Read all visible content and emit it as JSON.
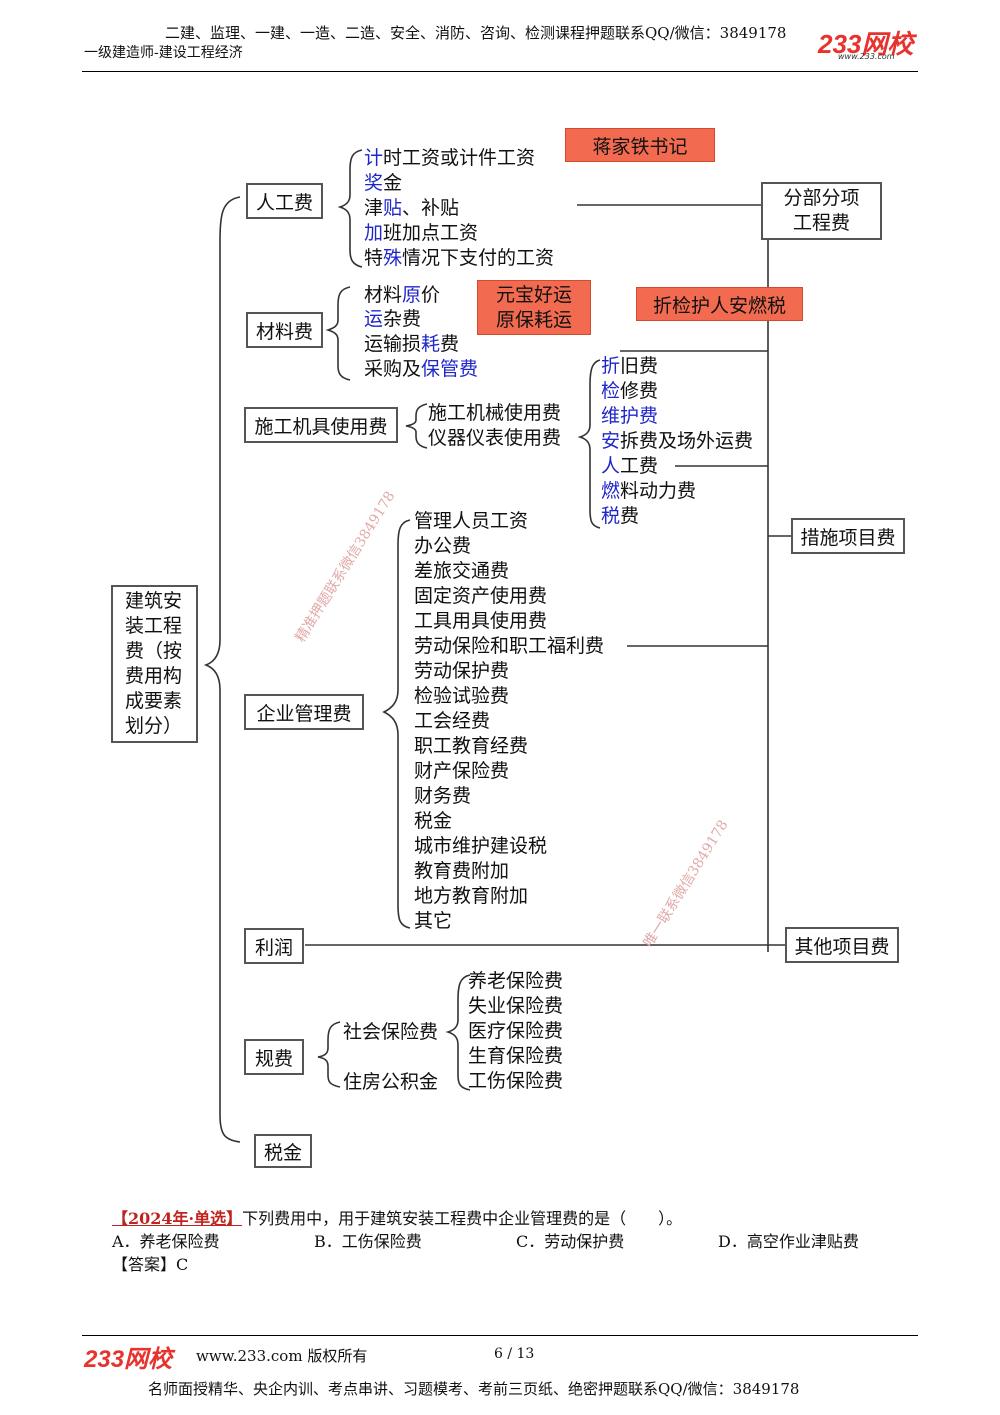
{
  "header": {
    "promo": "二建、监理、一建、一造、二造、安全、消防、咨询、检测课程押题联系QQ/微信：3849178",
    "subtitle": "一级建造师-建设工程经济",
    "logo": "233网校",
    "logo_url": "www.233.com"
  },
  "root": {
    "lines": [
      "建筑安",
      "装工程",
      "费（按",
      "费用构",
      "成要素",
      "划分）"
    ]
  },
  "categories": {
    "labor": "人工费",
    "material": "材料费",
    "machine": "施工机具使用费",
    "management": "企业管理费",
    "profit": "利润",
    "regulatory": "规费",
    "tax": "税金"
  },
  "labor_items": [
    {
      "hl": "计",
      "rest": "时工资或计件工资",
      "hl2": ""
    },
    {
      "hl": "奖",
      "rest": "金",
      "hl2": ""
    },
    {
      "pre": "津",
      "hl": "贴",
      "rest": "、补贴"
    },
    {
      "hl": "加",
      "rest": "班加点工资"
    },
    {
      "pre": "特",
      "hl": "殊",
      "rest": "情况下支付的工资"
    }
  ],
  "material_items": [
    {
      "pre": "材料",
      "hl": "原",
      "rest": "价"
    },
    {
      "pre": "",
      "hl": "运",
      "rest": "杂费"
    },
    {
      "pre": "运输损",
      "hl": "耗",
      "rest": "费"
    },
    {
      "pre": "采购及",
      "hl": "保管费",
      "rest": ""
    }
  ],
  "machine_items": [
    "施工机械使用费",
    "仪器仪表使用费"
  ],
  "machine_sub": [
    {
      "hl": "折",
      "rest": "旧费"
    },
    {
      "hl": "检",
      "rest": "修费"
    },
    {
      "hl": "维护费",
      "rest": ""
    },
    {
      "hl": "安",
      "rest": "拆费及场外运费"
    },
    {
      "hl": "人",
      "rest": "工费"
    },
    {
      "hl": "燃",
      "rest": "料动力费"
    },
    {
      "hl": "税",
      "rest": "费"
    }
  ],
  "management_items": [
    "管理人员工资",
    "办公费",
    "差旅交通费",
    "固定资产使用费",
    "工具用具使用费",
    "劳动保险和职工福利费",
    "劳动保护费",
    "检验试验费",
    "工会经费",
    "职工教育经费",
    "财产保险费",
    "财务费",
    "税金",
    "城市维护建设税",
    "教育费附加",
    "地方教育附加",
    "其它"
  ],
  "regulatory_items": [
    "社会保险费",
    "住房公积金"
  ],
  "insurance_items": [
    "养老保险费",
    "失业保险费",
    "医疗保险费",
    "生育保险费",
    "工伤保险费"
  ],
  "right_boxes": {
    "fenbu": [
      "分部分项",
      "工程费"
    ],
    "cuoshi": "措施项目费",
    "qita": "其他项目费"
  },
  "mnemonics": {
    "labor": "蒋家铁书记",
    "material": [
      "元宝好运",
      "原保耗运"
    ],
    "machine": "折检护人安燃税"
  },
  "watermarks": [
    "精准押题联系微信3849178",
    "唯一联系微信3849178"
  ],
  "question": {
    "tag": "【2024年·单选】",
    "stem": "下列费用中，用于建筑安装工程费中企业管理费的是（　　）。",
    "options": [
      "A．养老保险费",
      "B．工伤保险费",
      "C．劳动保护费",
      "D．高空作业津贴费"
    ],
    "answer": "【答案】C"
  },
  "footer": {
    "logo": "233网校",
    "site": "www.233.com 版权所有",
    "page": "6 / 13",
    "promo": "名师面授精华、央企内训、考点串讲、习题模考、考前三页纸、绝密押题联系QQ/微信：3849178"
  },
  "colors": {
    "highlight": "#1f27c9",
    "mnemonic_bg": "#f26b50",
    "brand": "#e8322d",
    "question_tag": "#c0231d"
  }
}
